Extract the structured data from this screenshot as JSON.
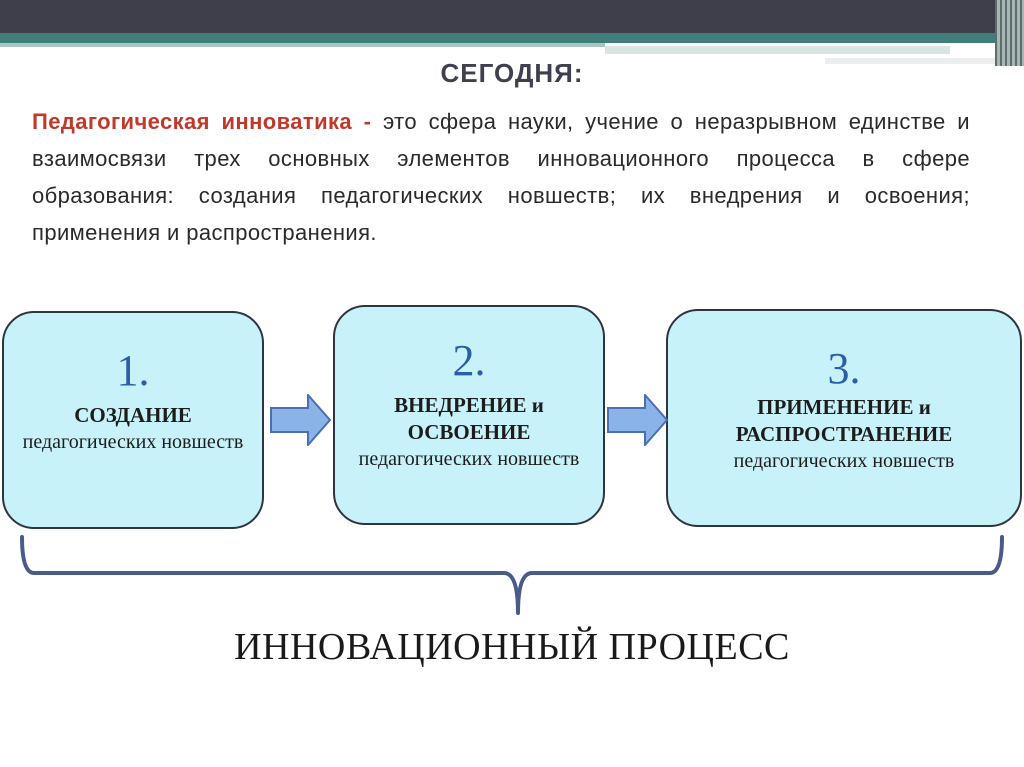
{
  "title": "СЕГОДНЯ:",
  "definition": {
    "term": "Педагогическая инноватика -",
    "text": " это сфера науки, учение о неразрывном единстве и взаимосвязи трех основных элементов инновационного процесса в сфере образования: создания педагогических новшеств; их внедрения и освоения; применения и распространения."
  },
  "steps": [
    {
      "number": "1.",
      "heading": "СОЗДАНИЕ",
      "sub": "педагогических новшеств"
    },
    {
      "number": "2.",
      "heading": "ВНЕДРЕНИЕ и ОСВОЕНИЕ",
      "sub": "педагогических новшеств"
    },
    {
      "number": "3.",
      "heading": "ПРИМЕНЕНИЕ и РАСПРОСТРАНЕНИЕ",
      "sub": "педагогических новшеств"
    }
  ],
  "summary": "ИННОВАЦИОННЫЙ ПРОЦЕСС",
  "colors": {
    "box_fill": "#c8f2f9",
    "term": "#c0392b",
    "number": "#2a5ea8",
    "arrow_fill": "#8ab3e8",
    "brace": "#4a5a8a"
  }
}
